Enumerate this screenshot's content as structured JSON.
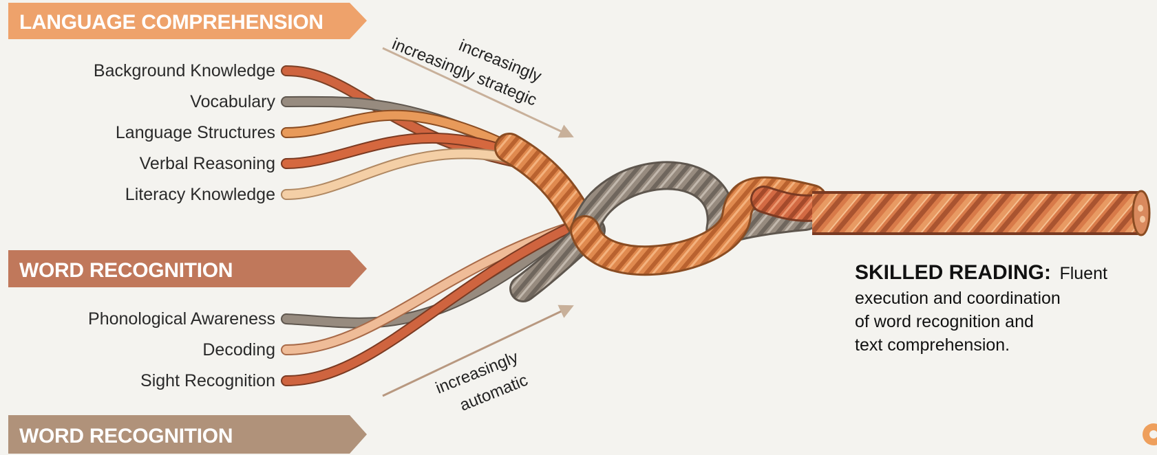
{
  "banners": {
    "language_comprehension": "LANGUAGE COMPREHENSION",
    "word_recognition": "WORD RECOGNITION",
    "word_recognition_repeat": "WORD RECOGNITION"
  },
  "language_comprehension_strands": [
    "Background Knowledge",
    "Vocabulary",
    "Language Structures",
    "Verbal Reasoning",
    "Literacy Knowledge"
  ],
  "word_recognition_strands": [
    "Phonological Awareness",
    "Decoding",
    "Sight Recognition"
  ],
  "annotations": {
    "strategic_line1": "increasingly",
    "strategic_line2": "increasingly strategic",
    "automatic_line1": "increasingly",
    "automatic_line2": "automatic"
  },
  "outcome": {
    "heading": "SKILLED READING:",
    "heading_tail": "Fluent",
    "line2": "execution and coordination",
    "line3": "of word recognition and",
    "line4": "text comprehension."
  },
  "colors": {
    "banner_language": "#eea26b",
    "banner_word": "#c0785b",
    "banner_word_repeat": "#b0927a",
    "rope_orange": "#e08a4f",
    "rope_rust": "#cf643f",
    "rope_gray": "#958a7e",
    "rope_light": "#f2c9a0",
    "arrow": "#c8b09a"
  },
  "icons": {
    "corner": "settings-gear-icon"
  }
}
